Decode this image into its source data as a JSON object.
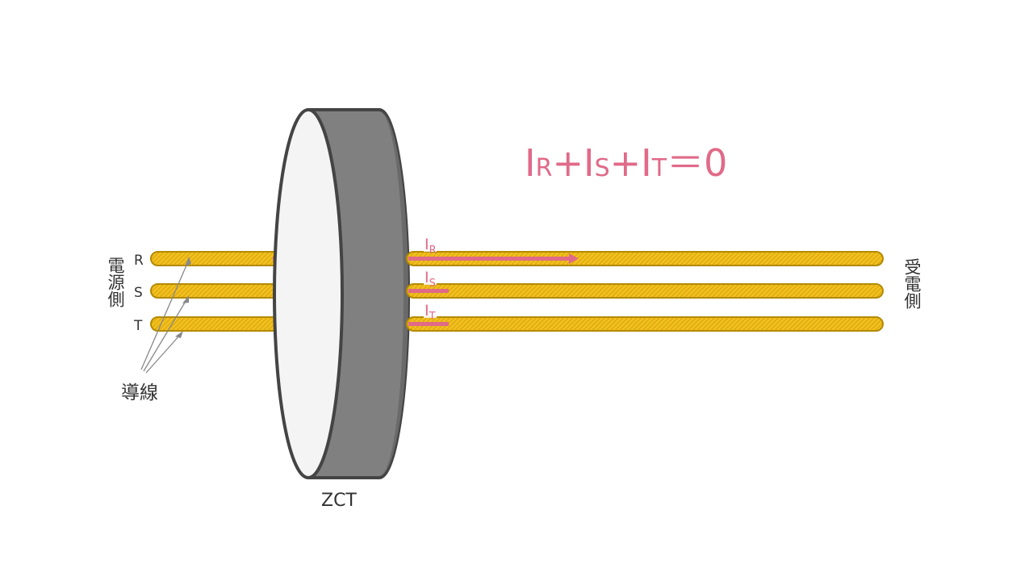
{
  "equation": {
    "parts": [
      "I",
      "R",
      "+",
      "I",
      "S",
      "+",
      "I",
      "T",
      "＝",
      "0"
    ]
  },
  "labels": {
    "source_side": "電源側",
    "receiving_side": "受電側",
    "conductors": "導線",
    "zct": "ZCT"
  },
  "phases": [
    {
      "name": "R",
      "current_main": "I",
      "current_sub": "R",
      "direction": "right"
    },
    {
      "name": "S",
      "current_main": "I",
      "current_sub": "S",
      "direction": "left"
    },
    {
      "name": "T",
      "current_main": "I",
      "current_sub": "T",
      "direction": "left"
    }
  ],
  "colors": {
    "conductor_fill": "#f2bf1e",
    "conductor_stroke": "#b38a00",
    "current_arrow": "#e06a88",
    "zct_rim": "#808080",
    "zct_face": "#f4f4f4",
    "zct_outline": "#444444",
    "text": "#333333"
  }
}
